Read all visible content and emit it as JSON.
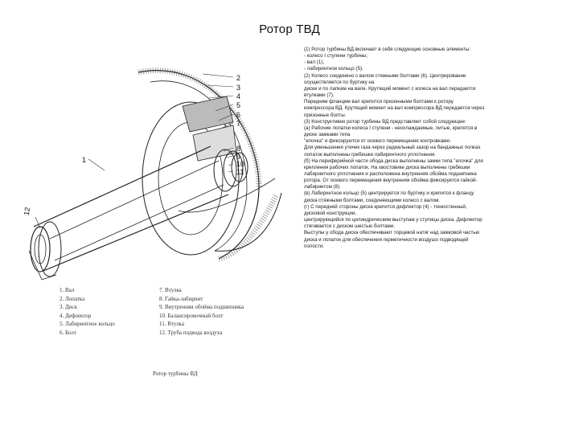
{
  "title": "Ротор ТВД",
  "figure": {
    "callouts": [
      "1",
      "2",
      "3",
      "4",
      "5",
      "6",
      "7",
      "8",
      "9",
      "10",
      "11",
      "12"
    ]
  },
  "legend": {
    "rows": [
      {
        "left": "1. Вал",
        "right": "7. Втулка"
      },
      {
        "left": "2. Лопатка",
        "right": "8. Гайка-лабиринт"
      },
      {
        "left": "3. Диск",
        "right": "9. Внутренняя обойма подшипника"
      },
      {
        "left": "4. Дефлектор",
        "right": "10. Балансировочный болт"
      },
      {
        "left": "5. Лабиринтное кольцо",
        "right": "11. Втулка"
      },
      {
        "left": "6. Болт",
        "right": "12. Труба подвода воздуха"
      }
    ]
  },
  "caption": "Ротор турбины ВД",
  "text_lines": [
    "(1) Ротор турбины ВД включает в себя следующие основные элементы:",
    "- колесо I ступени турбины;",
    "- вал (1);",
    "- лабиринтное кольцо (5).",
    "(2) Колесо соединено с валом стяжными болтами (6). Центрирование",
    "осуществляется по буртику на",
    "диске и по лапкам на вале. Крутящий момент с колеса на вал передается",
    "втулками (7).",
    "Передним фланцем вал крепится призонными болтами к ротору",
    "компрессора ВД. Крутящий момент на вал компрессора ВД передается через",
    "призонные болты.",
    "(3) Конструктивно ротор турбины ВД представляет собой следующее:",
    "(а) Рабочие лопатки колеса I ступени - неохлаждаемые, литые, крепятся в",
    "диске замками типа",
    "\"елочка\" и фиксируются от осевого перемещения контровками.",
    "Для уменьшения утечек газа через радиальный зазор на бандажных полках",
    "лопаток выполнены гребешки лабиринтного уплотнения.",
    "(б) На периферийной части обода диска выполнены замки типа \"елочка\" для",
    "крепления рабочих лопаток. На хвостовике диска выполнены гребешки",
    "лабиринтного уплотнения и расположена внутренняя обойма подшипника",
    "ротора. От осевого перемещения внутренняя обойма фиксируется гайкой-",
    "лабиринтом (8).",
    "(в) Лабиринтное кольцо (5) центрируется по буртику и крепится к фланцу",
    "диска стяжными болтами, соединяющими колесо с валом.",
    "(г) С передней стороны диска крепится дефлектор (4) - тонкостенный,",
    "дисковой конструкции,",
    "центрирующийся по цилиндрическим выступам у ступицы диска. Дефлектор",
    "стягивается с диском шестью болтами.",
    "Выступы у обода диска обеспечивают торцевой натяг над замковой частью",
    "диска и лопаток для обеспечения герметичности воздушо подводящей",
    "полости."
  ]
}
